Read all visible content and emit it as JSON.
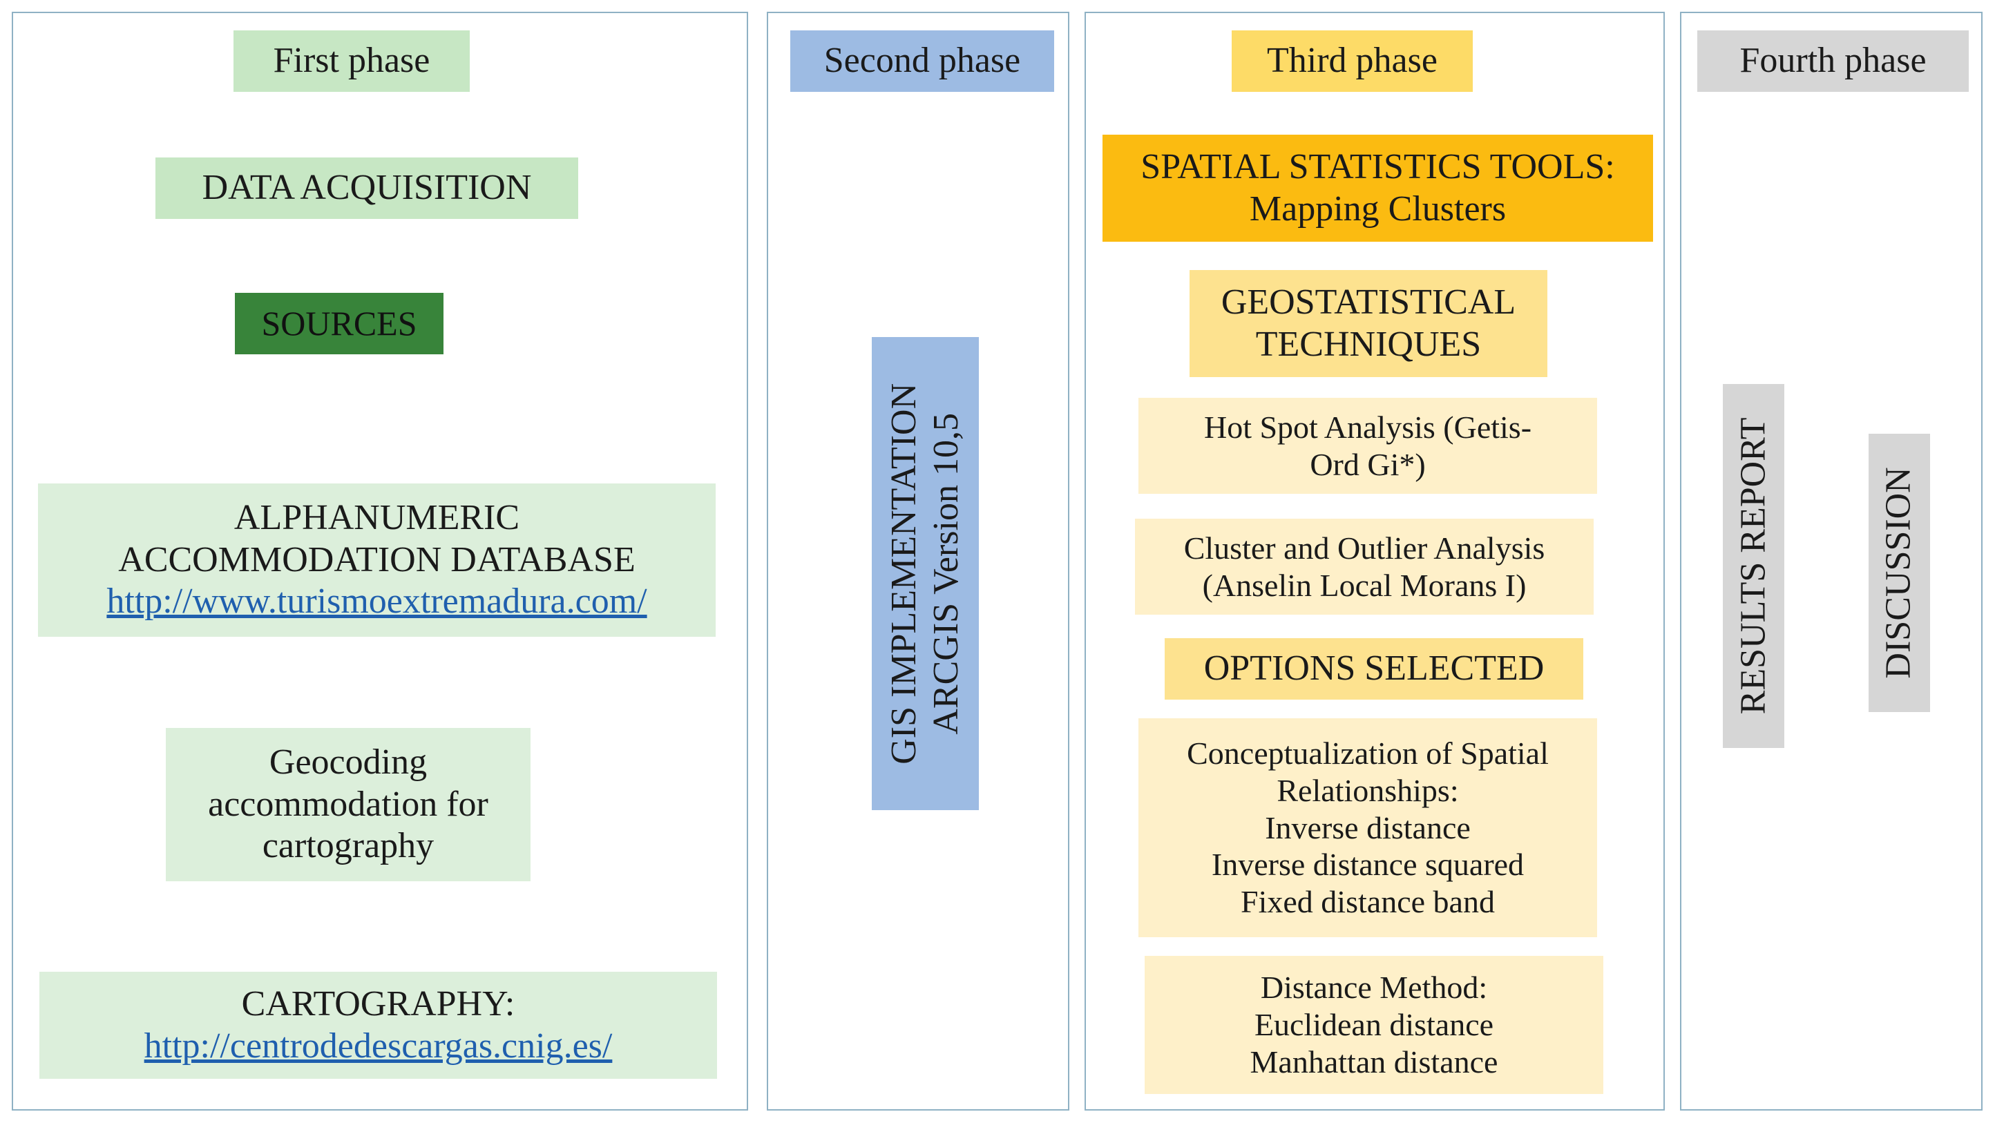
{
  "phases": {
    "first": {
      "header": "First phase",
      "data_acquisition": "DATA ACQUISITION",
      "sources": "SOURCES",
      "alphanumeric": {
        "line1": "ALPHANUMERIC",
        "line2": "ACCOMMODATION DATABASE",
        "link": "http://www.turismoextremadura.com/"
      },
      "geocoding": {
        "line1": "Geocoding",
        "line2": "accommodation  for",
        "line3": "cartography"
      },
      "cartography": {
        "label": "CARTOGRAPHY:",
        "link": "http://centrodedescargas.cnig.es/"
      }
    },
    "second": {
      "header": "Second phase",
      "gis": {
        "line1": "GIS IMPLEMENTATION",
        "line2": "ARCGIS Version 10,5"
      }
    },
    "third": {
      "header": "Third phase",
      "spatial_tools": {
        "line1": "SPATIAL STATISTICS TOOLS:",
        "line2": "Mapping  Clusters"
      },
      "geostatistical": {
        "line1": "GEOSTATISTICAL",
        "line2": "TECHNIQUES"
      },
      "hot_spot": {
        "line1": "Hot Spot  Analysis (Getis-",
        "line2": "Ord Gi*)"
      },
      "cluster_outlier": {
        "line1": "Cluster and Outlier Analysis",
        "line2": "(Anselin Local Morans I)"
      },
      "options_selected": "OPTIONS SELECTED",
      "conceptualization": {
        "line1": "Conceptualization of Spatial",
        "line2": "Relationships:",
        "line3": "Inverse distance",
        "line4": "Inverse distance squared",
        "line5": "Fixed distance band"
      },
      "distance_method": {
        "line1": "Distance Method:",
        "line2": "Euclidean distance",
        "line3": "Manhattan distance"
      }
    },
    "fourth": {
      "header": "Fourth phase",
      "results_report": "RESULTS REPORT",
      "discussion": "DISCUSSION"
    }
  },
  "colors": {
    "column_border": "#8fb1c4",
    "first_header": "#c7e7c4",
    "sources": "#38843a",
    "first_boxes": "#dcefdb",
    "second_header": "#9dbbe3",
    "third_header": "#fddb67",
    "spatial_tools": "#fbbb11",
    "third_section": "#fde28f",
    "third_boxes": "#fef0c9",
    "fourth": "#d6d6d6",
    "link": "#1f5fae"
  }
}
